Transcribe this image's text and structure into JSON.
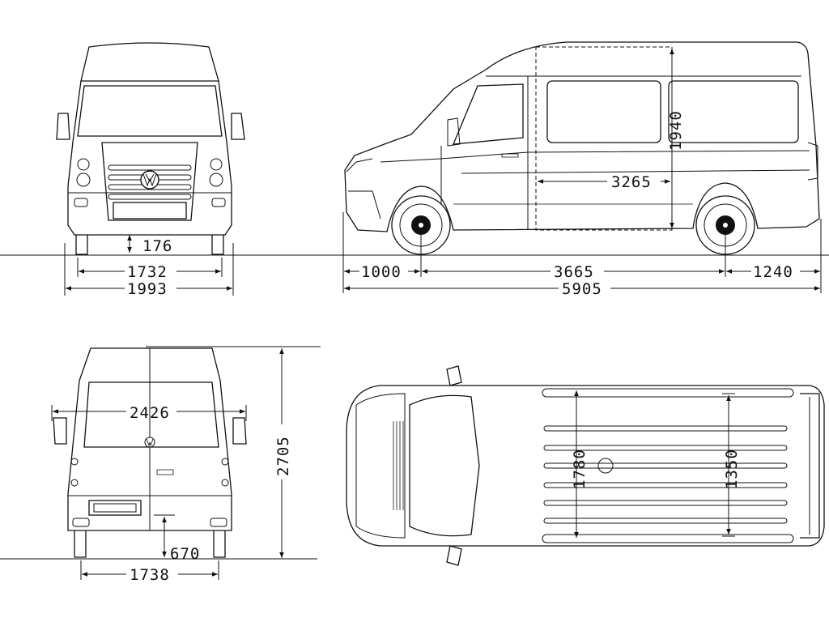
{
  "dimensions": {
    "front_ground_clearance": "176",
    "front_track": "1732",
    "front_overall_width": "1993",
    "side_front_overhang": "1000",
    "side_wheelbase": "3665",
    "side_rear_overhang": "1240",
    "side_overall_length": "5905",
    "side_cargo_length": "3265",
    "side_cargo_height": "1940",
    "rear_mirror_width": "2426",
    "rear_overall_height": "2705",
    "rear_load_sill_height": "670",
    "rear_track": "1738",
    "top_cargo_width": "1780",
    "top_cargo_width_between_arches": "1350"
  },
  "colors": {
    "line": "#111111",
    "background": "#ffffff"
  },
  "icons": {
    "brand_logo": "vw-logo-icon"
  }
}
